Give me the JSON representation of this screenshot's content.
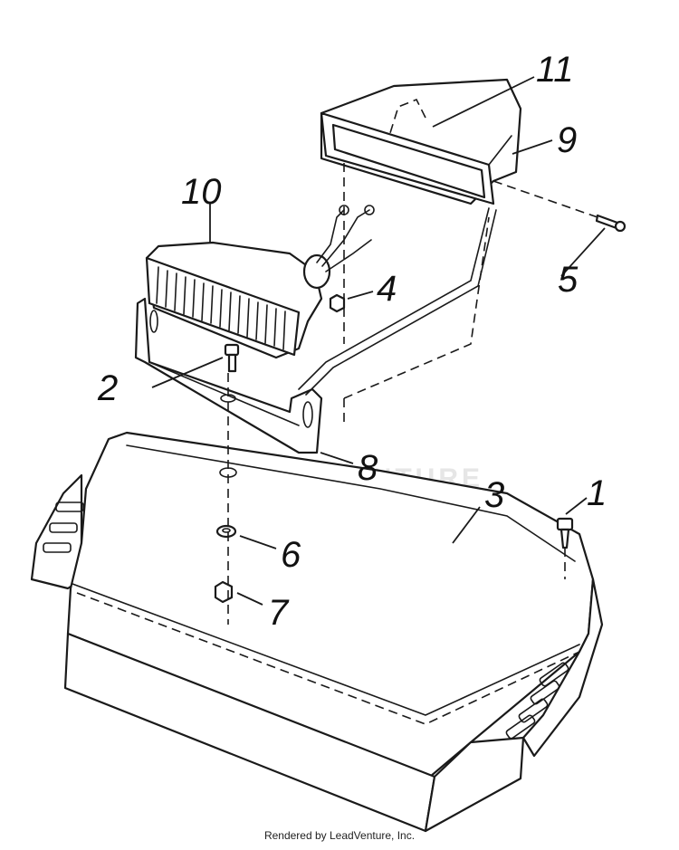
{
  "diagram": {
    "watermark": "LEADVENTURE",
    "callouts": [
      {
        "id": "c1",
        "text": "1"
      },
      {
        "id": "c2",
        "text": "2"
      },
      {
        "id": "c3",
        "text": "3"
      },
      {
        "id": "c4",
        "text": "4"
      },
      {
        "id": "c5",
        "text": "5"
      },
      {
        "id": "c6",
        "text": "6"
      },
      {
        "id": "c7",
        "text": "7"
      },
      {
        "id": "c8",
        "text": "8"
      },
      {
        "id": "c9",
        "text": "9"
      },
      {
        "id": "c10",
        "text": "10"
      },
      {
        "id": "c11",
        "text": "11"
      }
    ]
  },
  "footer": {
    "credit": "Rendered by LeadVenture, Inc."
  }
}
